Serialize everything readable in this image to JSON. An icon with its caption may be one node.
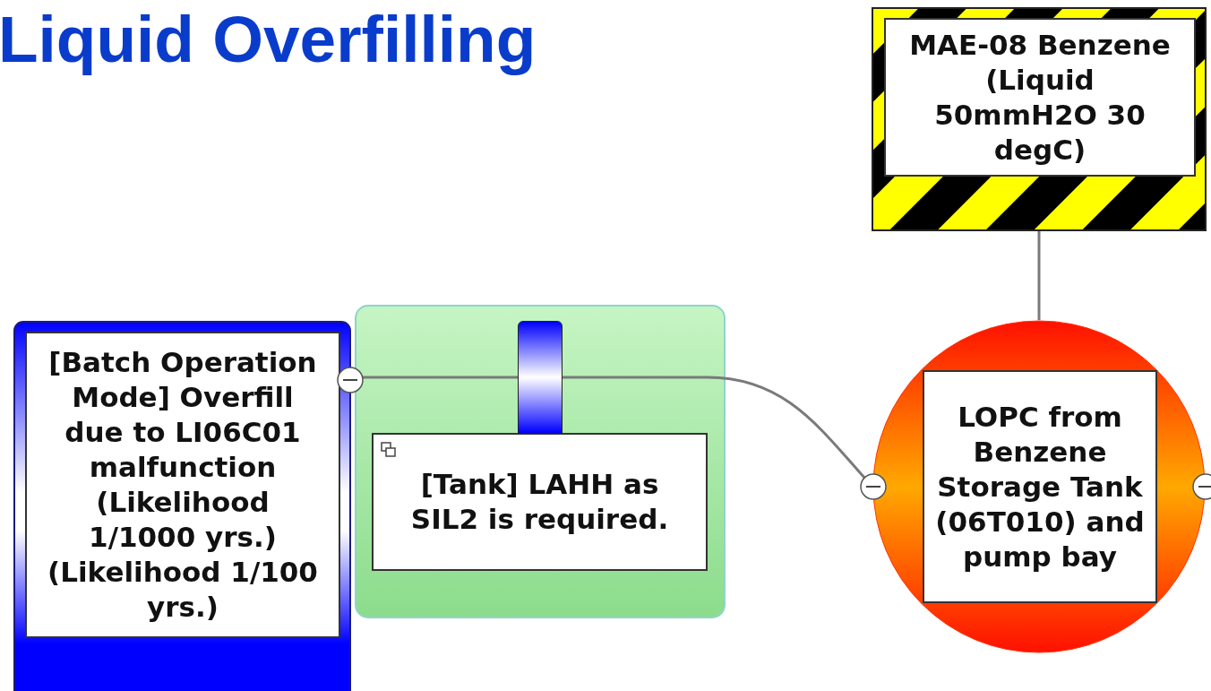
{
  "diagram": {
    "title": "Liquid Overfilling",
    "nodes": [
      {
        "text": [
          "MAE-08 Benzene (Liquid 50mmH2O 30 degC)"
        ]
      },
      {
        "text": [
          "[Batch Operation Mode] Overfill due to LI06C01 malfunction (Likelihood 1/1000 yrs.) (Likelihood 1/100 yrs.)"
        ]
      },
      {
        "text": [
          "[Tank] LAHH as SIL2 is required."
        ]
      },
      {
        "text": [],
        "shape": "bar",
        "in": 2
      },
      {
        "text": [
          "LOPC from Benzene Storage Tank (06T010) and pump bay"
        ]
      }
    ],
    "edges": [
      {
        "from": 0,
        "to": 4,
        "arrow": "none"
      },
      {
        "from": 1,
        "to": 3,
        "arrow": "none"
      },
      {
        "from": 3,
        "to": 4,
        "arrow": "none"
      }
    ]
  }
}
